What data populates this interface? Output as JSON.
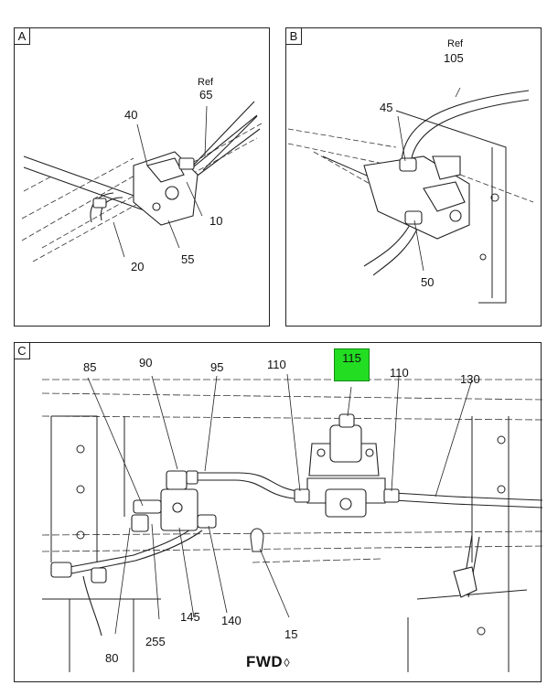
{
  "panels": {
    "a": {
      "label": "A",
      "ref_text": "Ref",
      "callouts": {
        "c65": "65",
        "c40": "40",
        "c10": "10",
        "c20": "20",
        "c55": "55"
      }
    },
    "b": {
      "label": "B",
      "ref_text": "Ref",
      "callouts": {
        "c105": "105",
        "c45": "45",
        "c50": "50"
      }
    },
    "c": {
      "label": "C",
      "callouts": {
        "c85": "85",
        "c90": "90",
        "c95": "95",
        "c110a": "110",
        "c115": "115",
        "c110b": "110",
        "c130": "130",
        "c80": "80",
        "c255": "255",
        "c145": "145",
        "c140": "140",
        "c15": "15"
      },
      "fwd_text": "FWD",
      "highlight_color": "#22dd22"
    }
  },
  "icons": {
    "forward_arrow": "forward-direction-icon"
  }
}
